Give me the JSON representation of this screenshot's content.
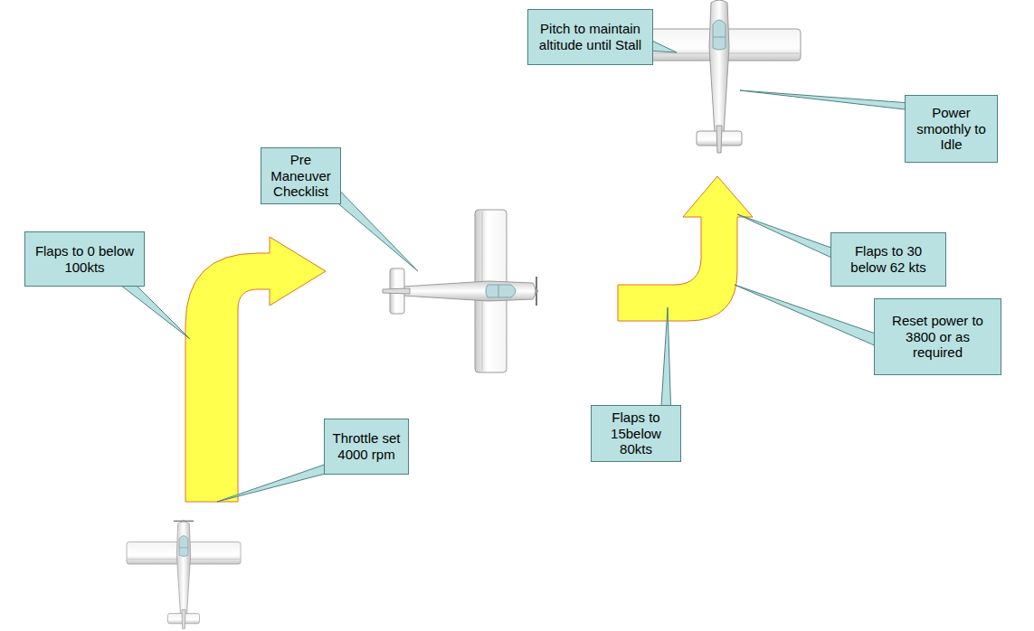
{
  "diagram": {
    "nodes": [
      {
        "text": [
          "Pitch to maintain altitude until Stall"
        ]
      },
      {
        "text": [
          "Power smoothly to Idle"
        ]
      },
      {
        "text": [
          "Pre Maneuver Checklist"
        ]
      },
      {
        "text": [
          "Flaps to 0 below 100kts"
        ]
      },
      {
        "text": [
          "Flaps to 30 below 62 kts"
        ]
      },
      {
        "text": [
          "Reset power to 3800 or as required"
        ]
      },
      {
        "text": [
          "Flaps to 15below 80kts"
        ]
      },
      {
        "text": [
          "Throttle set 4000 rpm"
        ]
      }
    ]
  }
}
